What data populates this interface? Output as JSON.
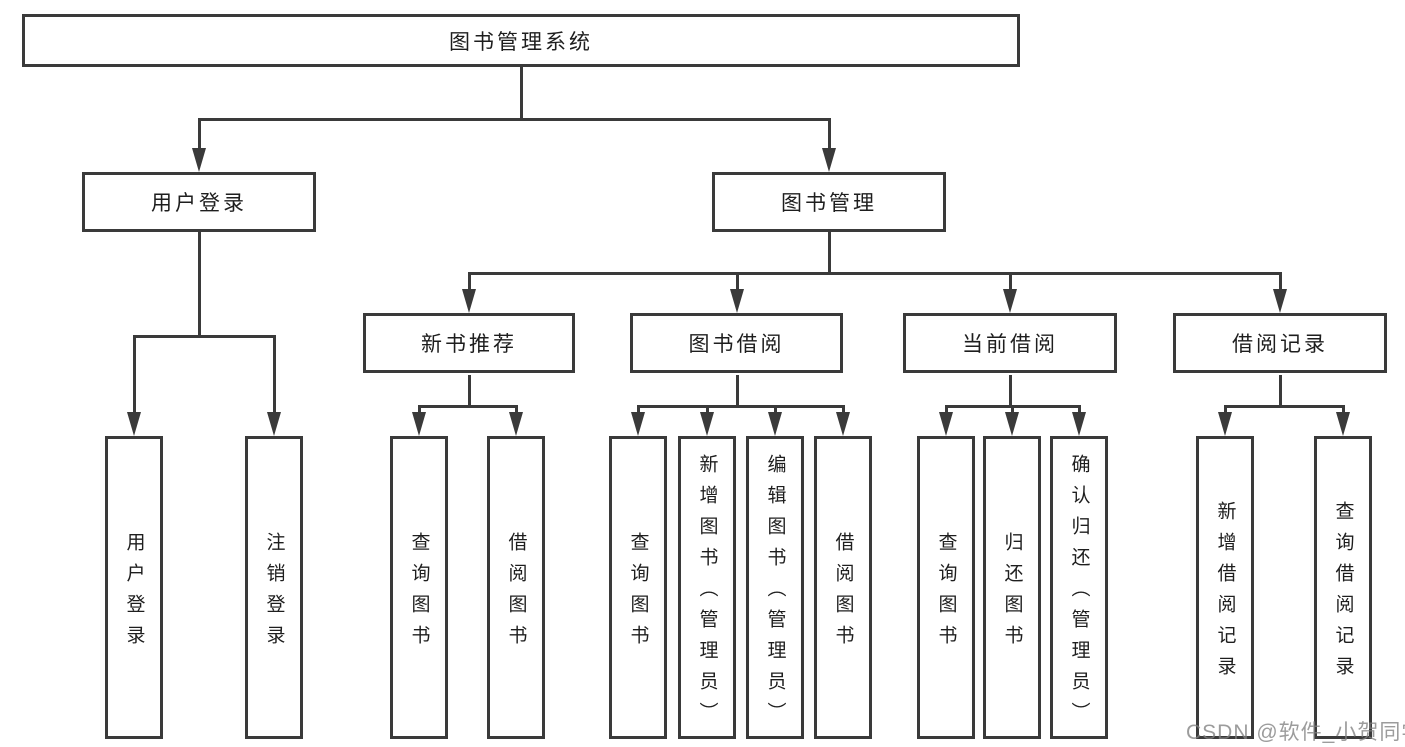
{
  "diagram_title": "图书管理系统",
  "colors": {
    "line": "#3a3a3a",
    "text": "#1e1e1e",
    "box_background": "#ffffff",
    "page_background": "#ffffff",
    "watermark": "#8c8c8c"
  },
  "nodes": {
    "root": "图书管理系统",
    "user_login": "用户登录",
    "book_management": "图书管理",
    "new_book_recommend": "新书推荐",
    "book_borrow": "图书借阅",
    "current_borrow": "当前借阅",
    "borrow_records": "借阅记录",
    "leaf_user_login": "用户登录",
    "leaf_logout": "注销登录",
    "leaf_newbook_query": "查询图书",
    "leaf_newbook_borrow": "借阅图书",
    "leaf_borrow_query": "查询图书",
    "leaf_borrow_add": "新增图书（管理员）",
    "leaf_borrow_edit": "编辑图书（管理员）",
    "leaf_borrow_borrow": "借阅图书",
    "leaf_current_query": "查询图书",
    "leaf_current_return": "归还图书",
    "leaf_current_confirm": "确认归还（管理员）",
    "leaf_records_add": "新增借阅记录",
    "leaf_records_query": "查询借阅记录"
  },
  "watermark": "CSDN @软件_小贺同学"
}
